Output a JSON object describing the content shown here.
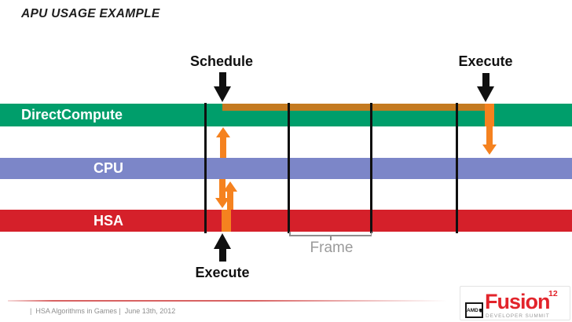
{
  "slide": {
    "title": "APU USAGE EXAMPLE",
    "annotations": {
      "schedule": "Schedule",
      "execute_top": "Execute",
      "execute_bottom": "Execute",
      "frame": "Frame"
    },
    "rows": [
      {
        "label": "DirectCompute",
        "color": "#009E6B"
      },
      {
        "label": "CPU",
        "color": "#7C86C8"
      },
      {
        "label": "HSA",
        "color": "#D5202A"
      }
    ],
    "flow_colors": {
      "schedule_strip": "#C47A20",
      "arrow_orange": "#F5821F",
      "arrow_black": "#101010",
      "frame_bracket_gray": "#8f8f8f"
    }
  },
  "footer": {
    "text": "|  HSA Algorithms in Games |  June 13th, 2012",
    "divider_color": "#D65A5A"
  },
  "logo": {
    "amd": "AMD",
    "product": "Fusion",
    "superscript": "12",
    "tagline": "DEVELOPER SUMMIT",
    "brand_red": "#E2242B"
  }
}
